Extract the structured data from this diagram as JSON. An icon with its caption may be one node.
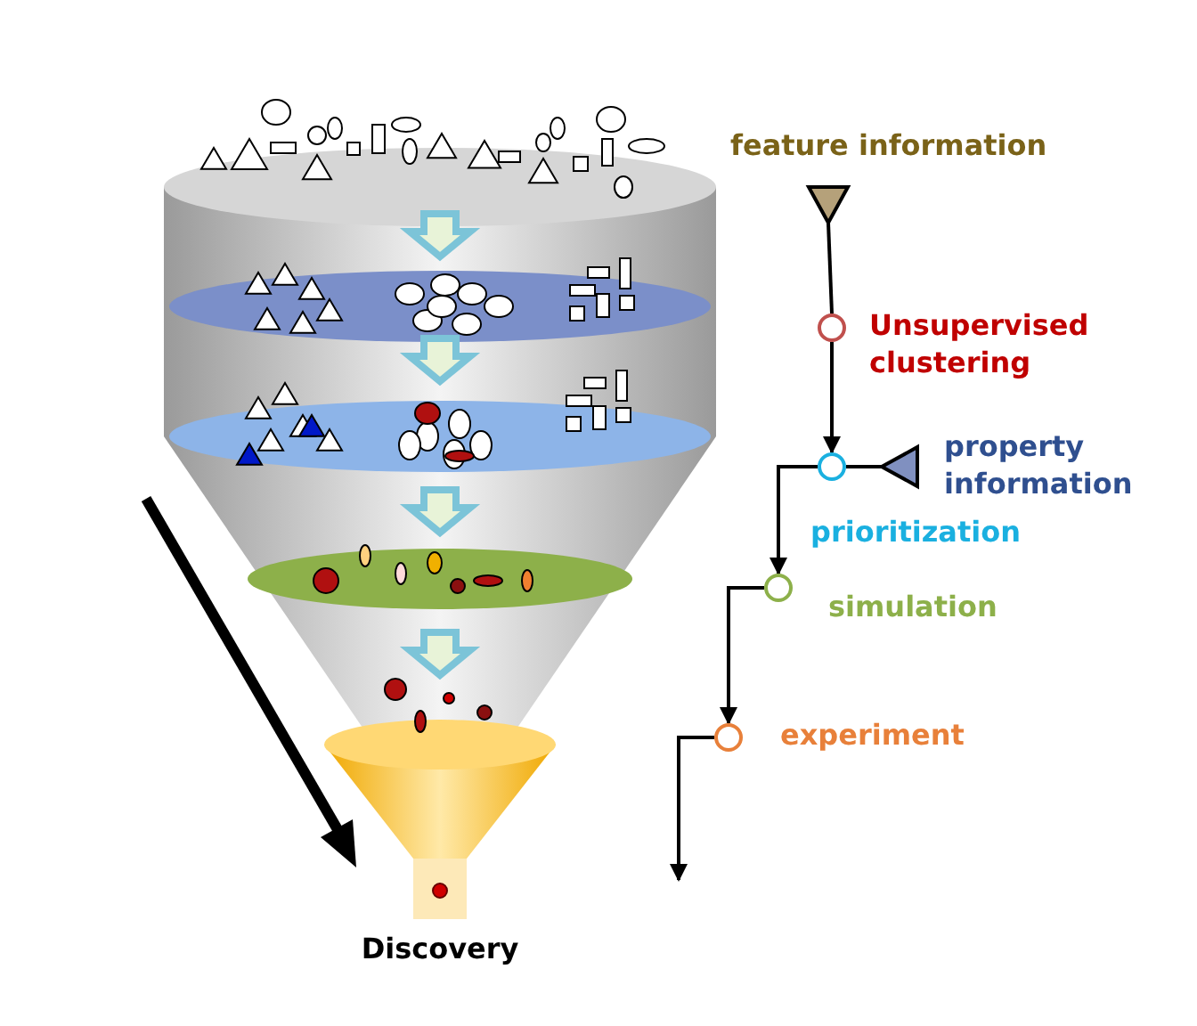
{
  "diagram": {
    "nodes": [
      {
        "text": [
          "feature information"
        ]
      },
      {
        "text": [
          "Unsupervised clustering"
        ]
      },
      {
        "text": [
          "property information"
        ]
      },
      {
        "text": [
          "prioritization"
        ]
      },
      {
        "text": [
          "simulation"
        ]
      },
      {
        "text": [
          "experiment"
        ]
      }
    ],
    "edges": [
      {
        "from": 0,
        "to": 1,
        "arrow": "none"
      },
      {
        "from": 1,
        "to": 3,
        "arrow": "to"
      },
      {
        "from": 2,
        "to": 3,
        "arrow": "none"
      },
      {
        "from": 3,
        "to": 4,
        "arrow": "to"
      },
      {
        "from": 4,
        "to": 5,
        "arrow": "to"
      },
      {
        "from": 5,
        "to": null,
        "arrow": "to"
      }
    ],
    "labels": [
      "Discovery"
    ]
  }
}
